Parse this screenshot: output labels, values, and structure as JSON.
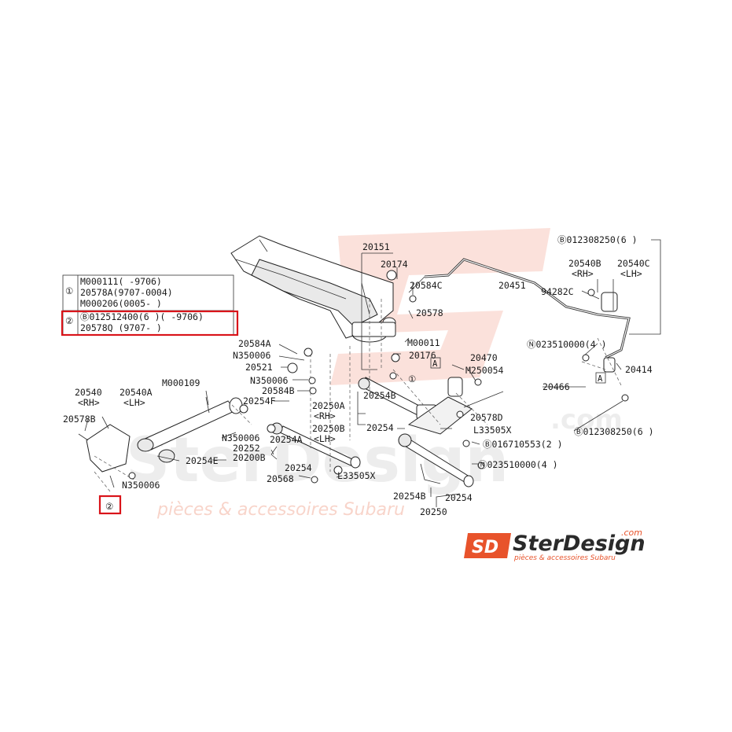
{
  "legend": {
    "rows": [
      {
        "num": "①",
        "lines": [
          "M000111(     -9706)",
          "20578A(9707-0004)",
          "M000206(0005-    )"
        ]
      },
      {
        "num": "②",
        "lines": [
          "Ⓑ012512400(6 )(     -9706)",
          "20578Q       (9707-    )"
        ]
      }
    ]
  },
  "callout_ref": "②",
  "brand": {
    "logo_mark": "SD",
    "name": "SterDesign",
    "domain": ".com",
    "tagline": "pièces & accessoires Subaru",
    "watermark_name": "SterDesign",
    "watermark_domain": ".com",
    "watermark_tagline": "pièces & accessoires Subaru"
  },
  "labels": {
    "p20151": "20151",
    "p20174": "20174",
    "p20584C": "20584C",
    "p20578": "20578",
    "pM000011": "M00011",
    "p20176": "20176",
    "pCircle1": "①",
    "p20584A": "20584A",
    "pN350006a": "N350006",
    "p20521": "20521",
    "pN350006b": "N350006",
    "p20584B": "20584B",
    "p20254F": "20254F",
    "pM000109": "M000109",
    "p20540": "20540",
    "p20540A": "20540A",
    "pRH1": "<RH>",
    "pLH1": "<LH>",
    "p20578B": "20578B",
    "pN350006c": "N350006",
    "p20252": "20252",
    "p20200B": "20200B",
    "p20254E": "20254E",
    "pN350006d": "N350006",
    "p20250A": "20250A",
    "pRH2": "<RH>",
    "p20250B": "20250B",
    "pLH2": "<LH>",
    "p20254Aa": "20254A",
    "p20254B1": "20254B",
    "p20254a": "20254",
    "p20254b": "20254",
    "p20568": "20568",
    "pL33505X1": "L33505X",
    "p20254B2": "20254B",
    "p20254c": "20254",
    "p20250": "20250",
    "p20451": "20451",
    "pB0123": "Ⓑ012308250(6 )",
    "p20540B": "20540B",
    "p20540C": "20540C",
    "pRH3": "<RH>",
    "pLH3": "<LH>",
    "p94282C": "94282C",
    "pN0235a": "Ⓝ023510000(4 )",
    "p20414": "20414",
    "pA1": "A",
    "p20470": "20470",
    "pM250054": "M250054",
    "p20466": "20466",
    "pA2": "A",
    "p20578D": "20578D",
    "pL33505X2": "L33505X",
    "pB0167": "Ⓑ016710553(2 )",
    "pN0235b": "Ⓝ023510000(4 )",
    "pB0123b": "Ⓑ012308250(6 )"
  }
}
